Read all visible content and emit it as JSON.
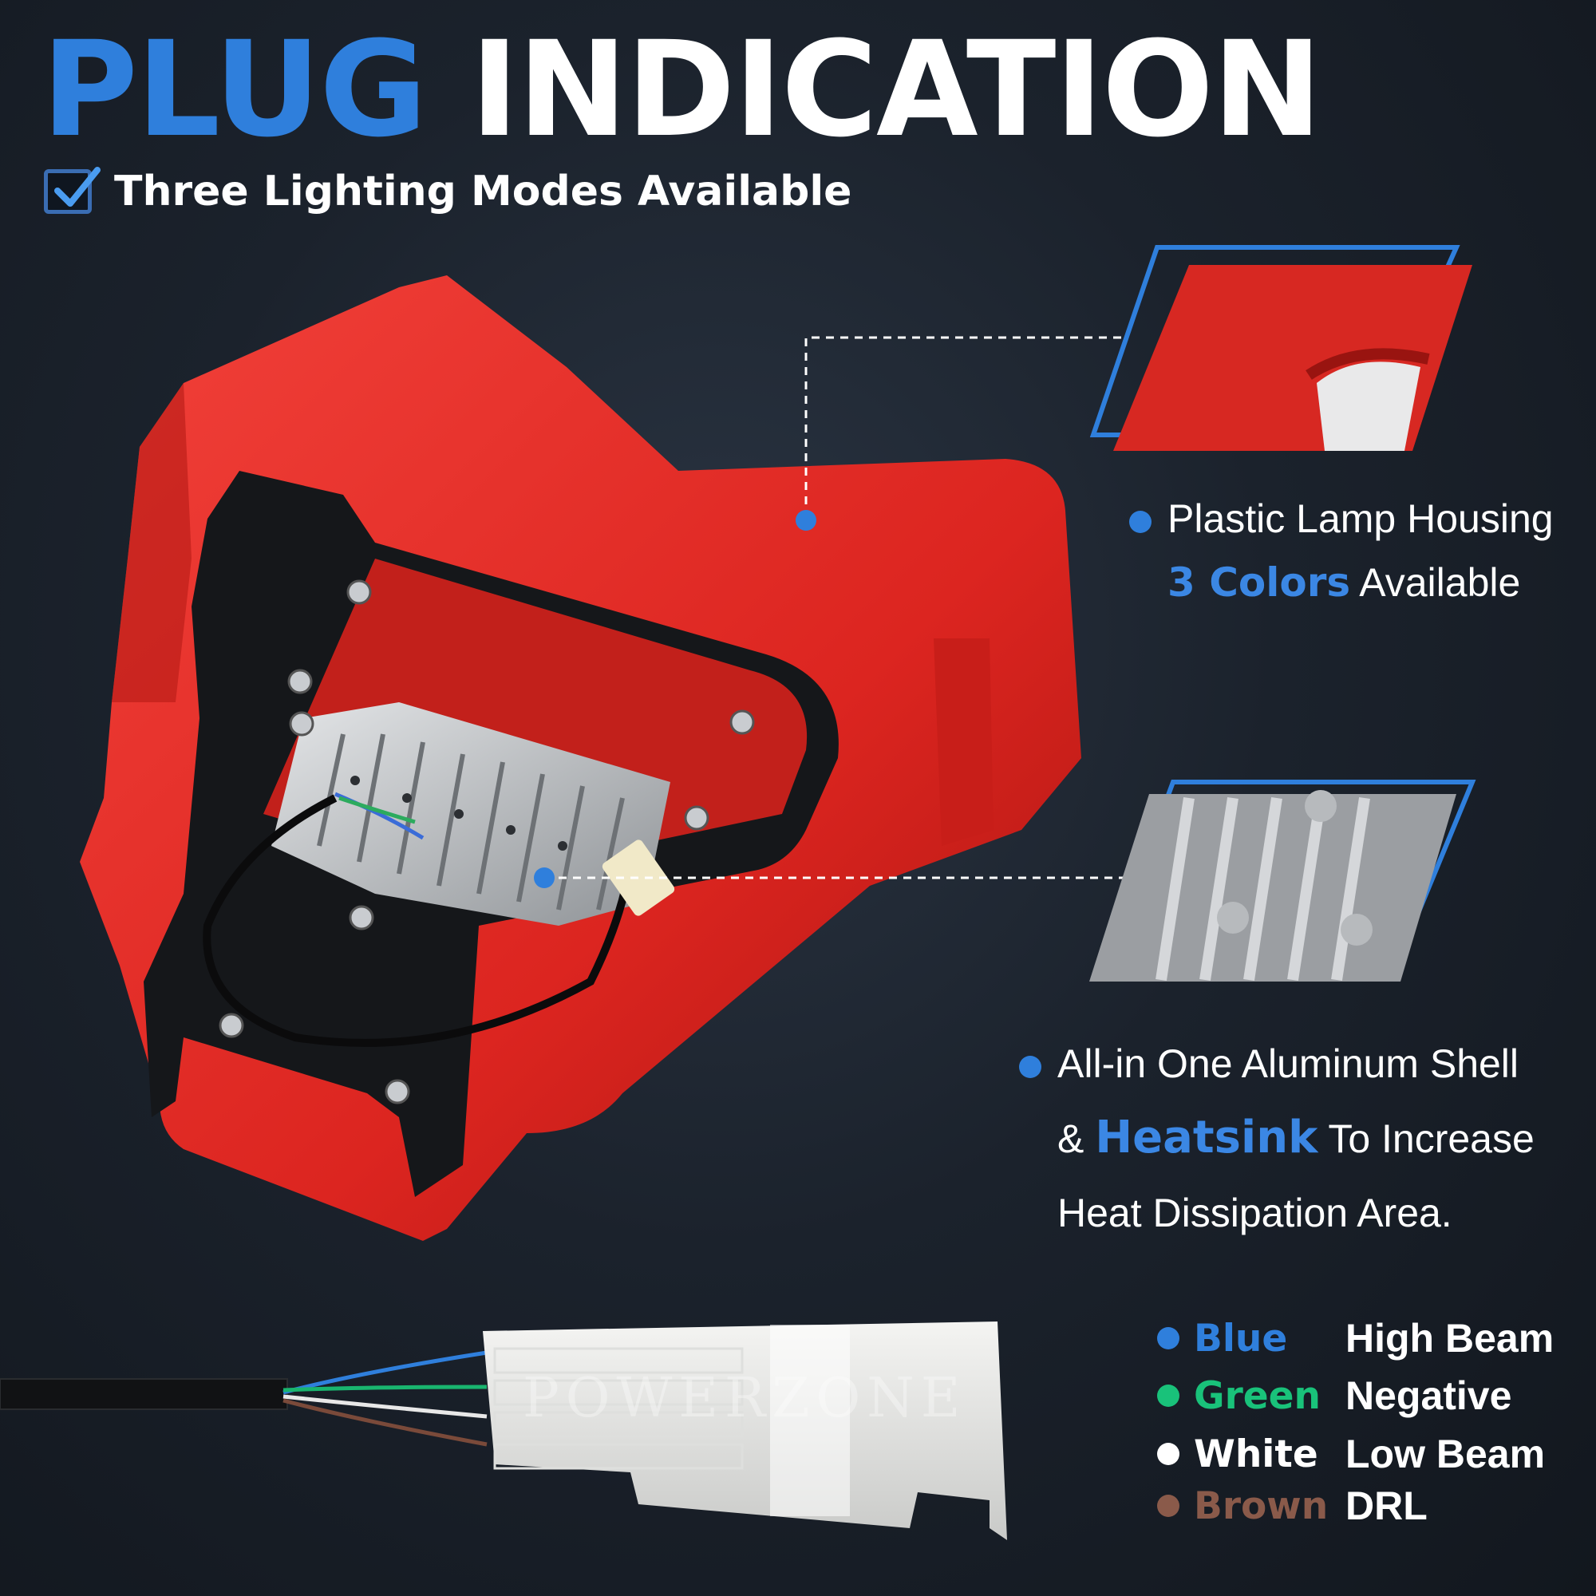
{
  "title": {
    "word1": "PLUG",
    "word2": "INDICATION"
  },
  "subtitle": {
    "text": "Three Lighting Modes Available",
    "icon": "checkbox-icon"
  },
  "callouts": {
    "housing": {
      "line1": "Plastic Lamp Housing",
      "line2_highlight": "3 Colors",
      "line2_rest": "Available"
    },
    "heatsink": {
      "line1": "All-in One Aluminum Shell",
      "line2_prefix": "&",
      "line2_highlight": "Heatsink",
      "line2_rest": "To Increase",
      "line3": "Heat Dissipation Area."
    }
  },
  "wire_legend": [
    {
      "color_name": "Blue",
      "function": "High Beam",
      "color": "#2f7fdc"
    },
    {
      "color_name": "Green",
      "function": "Negative",
      "color": "#19c27a"
    },
    {
      "color_name": "White",
      "function": "Low Beam",
      "color": "#ffffff"
    },
    {
      "color_name": "Brown",
      "function": "DRL",
      "color": "#8a5a4a"
    }
  ],
  "connector_watermark": "POWERZONE",
  "colors": {
    "accent": "#2f7fdc",
    "housing_red": "#e02a25",
    "background": "#1b222c"
  }
}
